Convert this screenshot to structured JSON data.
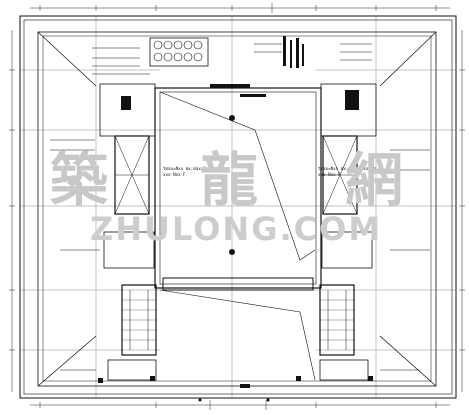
{
  "drawing": {
    "annotations": {
      "center_left_text_1": "tmax=Nxx mx,max=N.xx mm",
      "center_left_text_2": "xxx-Nxx-F",
      "center_right_text_1": "tmax=Nxx mx,max=N.xx mm",
      "center_right_text_2": "xxx-Nxx-F"
    },
    "watermark": {
      "cn_1": "築",
      "cn_2": "龍",
      "cn_3": "網",
      "latin": "ZHULONG.COM"
    }
  }
}
